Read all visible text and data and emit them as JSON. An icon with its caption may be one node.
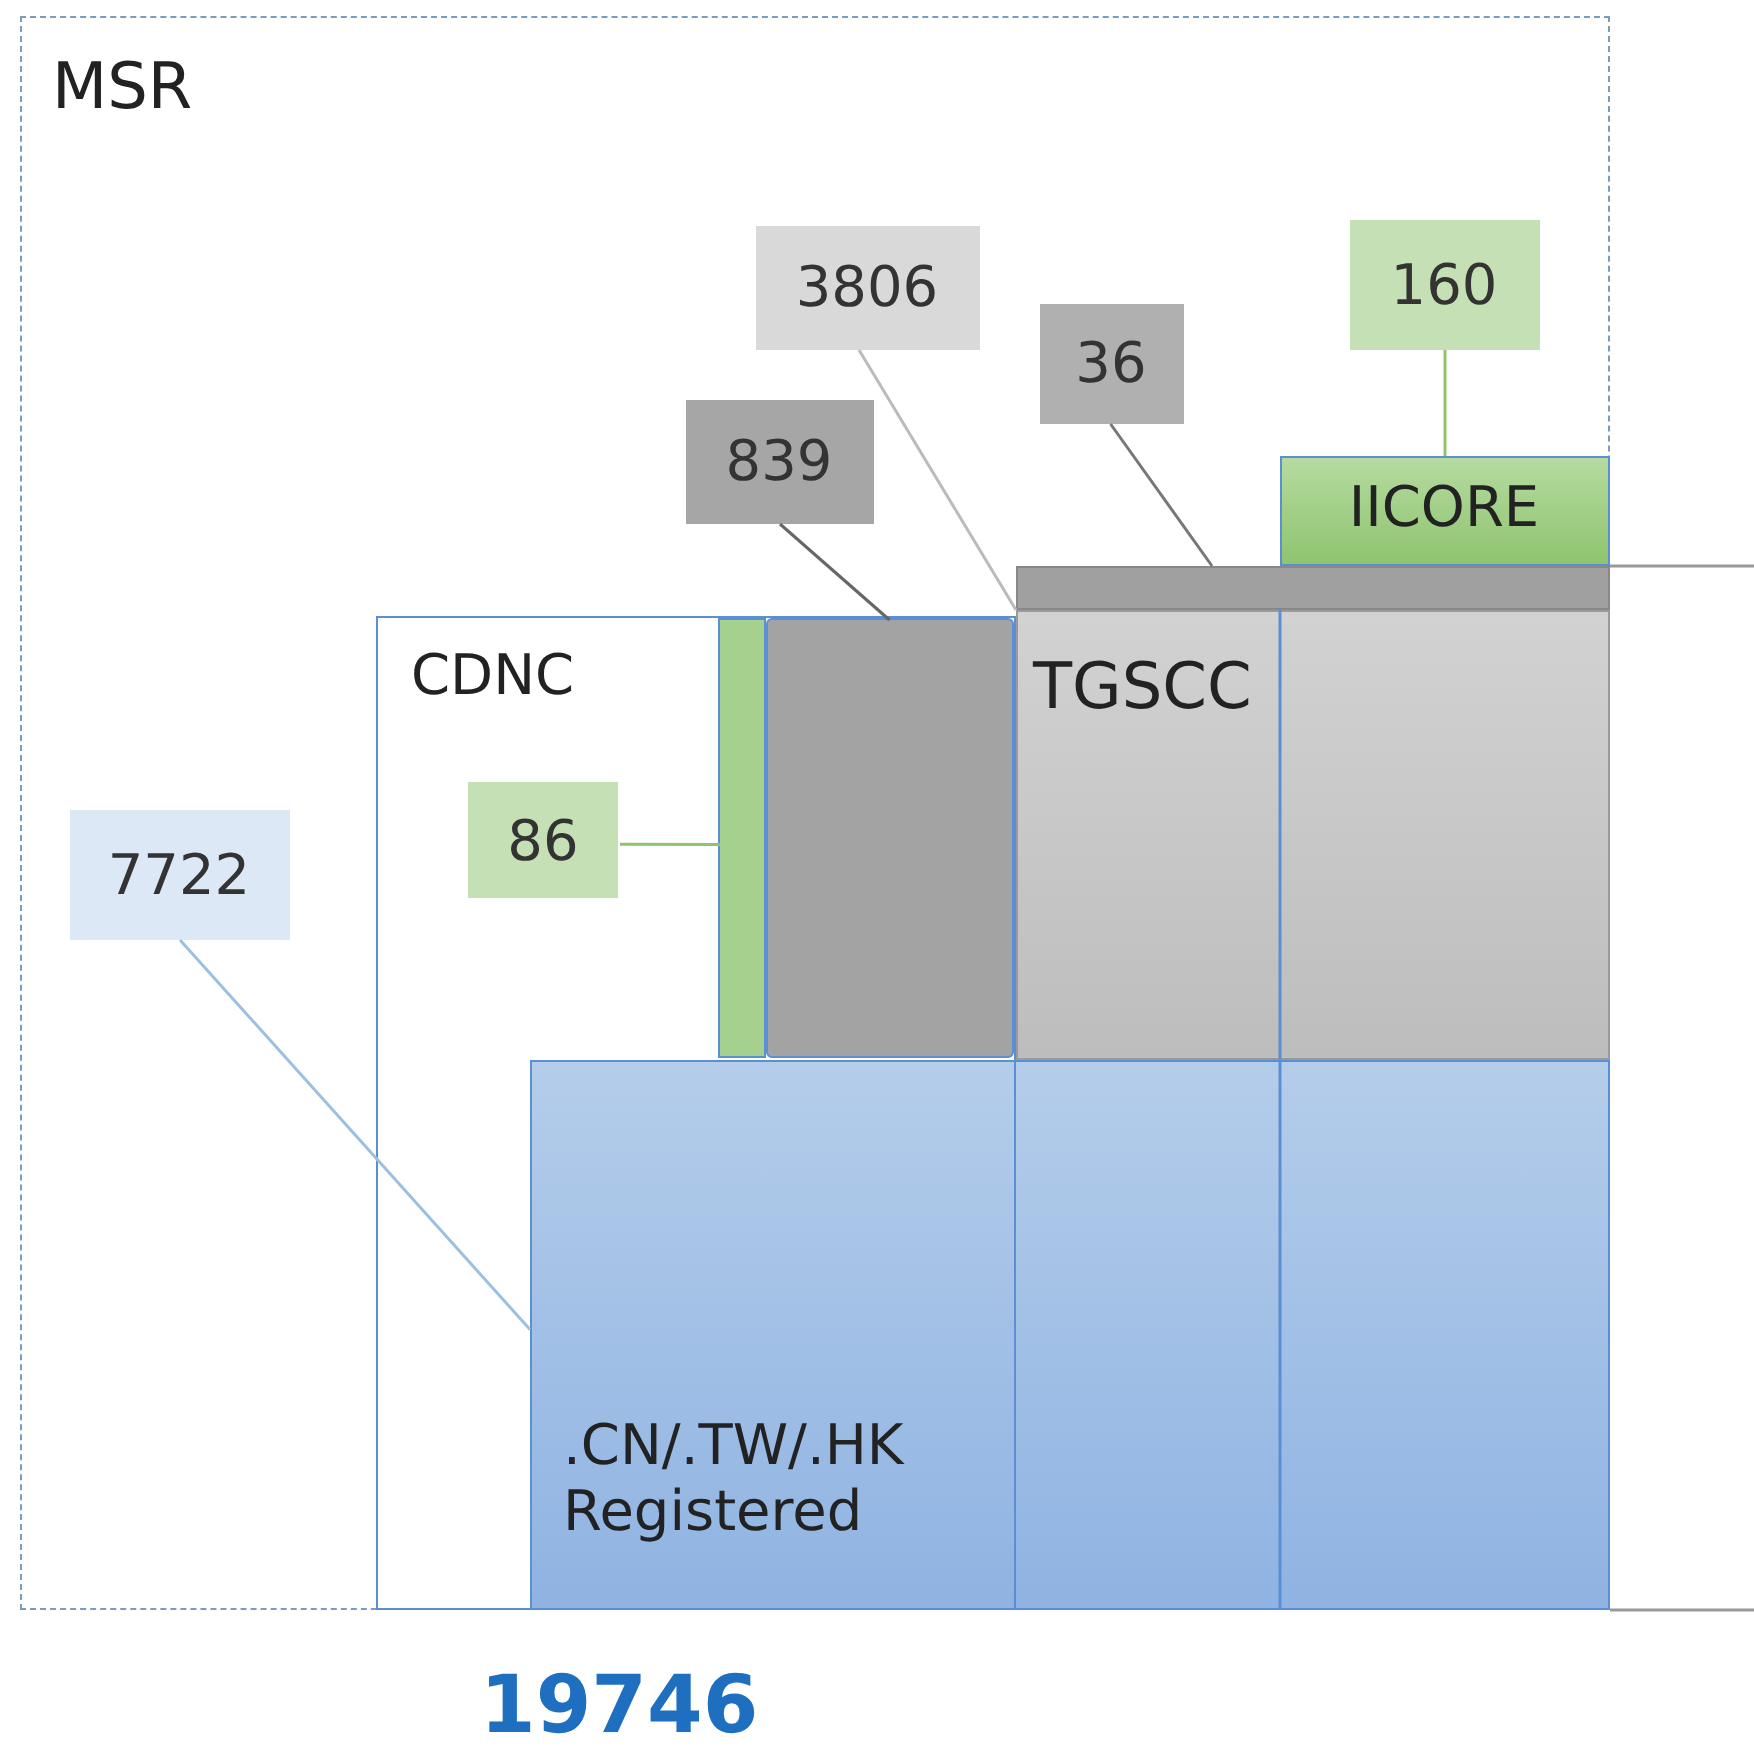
{
  "diagram": {
    "nodes": [
      {
        "text": [
          "MSR"
        ]
      },
      {
        "text": [
          "CDNC"
        ],
        "in": 0
      },
      {
        "text": [
          "TGSCC"
        ],
        "in": 0
      },
      {
        "text": [
          "IICORE"
        ],
        "in": 0
      },
      {
        "text": [
          ".CN/.TW/.HK Registered"
        ],
        "in": 0
      },
      {
        "text": [
          "7722"
        ],
        "in": 0
      },
      {
        "text": [
          "86"
        ],
        "in": 1
      },
      {
        "text": [
          "839"
        ],
        "in": 0
      },
      {
        "text": [
          "3806"
        ],
        "in": 0
      },
      {
        "text": [
          "36"
        ],
        "in": 0
      },
      {
        "text": [
          "160"
        ],
        "in": 0
      },
      {
        "text": [],
        "shape": "bar",
        "in": 1
      },
      {
        "text": [],
        "shape": "box",
        "in": 1
      },
      {
        "text": [],
        "shape": "bar",
        "in": 0
      }
    ],
    "edges": [
      {
        "from": 5,
        "to": 4,
        "arrow": "none",
        "color": "#9dbfe0"
      },
      {
        "from": 6,
        "to": 11,
        "arrow": "none",
        "color": "#8fc46f"
      },
      {
        "from": 7,
        "to": 12,
        "arrow": "none",
        "color": "#666666"
      },
      {
        "from": 8,
        "to": 2,
        "arrow": "none",
        "color": "#bbbbbb"
      },
      {
        "from": 9,
        "to": 13,
        "arrow": "none",
        "color": "#777777"
      },
      {
        "from": 10,
        "to": 3,
        "arrow": "none",
        "color": "#8fc46f"
      }
    ],
    "labels": [
      "19746"
    ]
  }
}
